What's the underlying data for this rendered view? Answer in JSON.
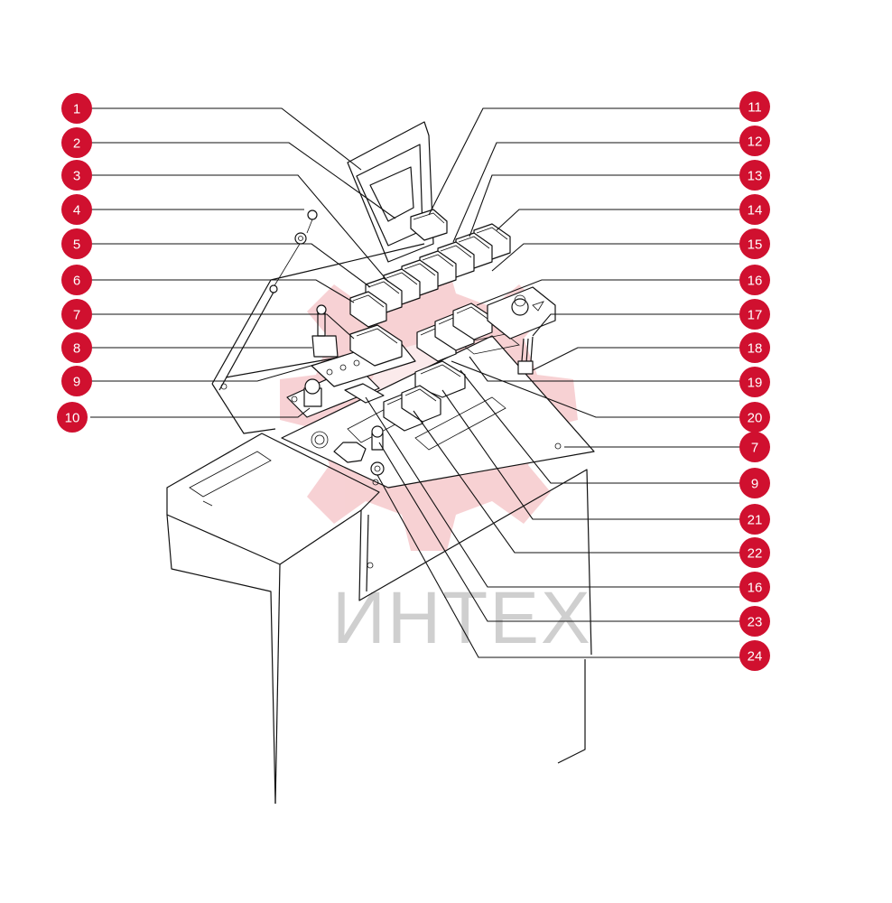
{
  "watermark": {
    "text": "ИНТЕХ",
    "gear_color": "#f6c9cc"
  },
  "callout_color": "#d0102f",
  "callouts_left": [
    {
      "id": "c1",
      "label": "1"
    },
    {
      "id": "c2",
      "label": "2"
    },
    {
      "id": "c3",
      "label": "3"
    },
    {
      "id": "c4",
      "label": "4"
    },
    {
      "id": "c5",
      "label": "5"
    },
    {
      "id": "c6",
      "label": "6"
    },
    {
      "id": "c7a",
      "label": "7"
    },
    {
      "id": "c8",
      "label": "8"
    },
    {
      "id": "c9a",
      "label": "9"
    },
    {
      "id": "c10",
      "label": "10"
    }
  ],
  "callouts_right": [
    {
      "id": "c11",
      "label": "11"
    },
    {
      "id": "c12",
      "label": "12"
    },
    {
      "id": "c13",
      "label": "13"
    },
    {
      "id": "c14",
      "label": "14"
    },
    {
      "id": "c15",
      "label": "15"
    },
    {
      "id": "c16a",
      "label": "16"
    },
    {
      "id": "c17",
      "label": "17"
    },
    {
      "id": "c18",
      "label": "18"
    },
    {
      "id": "c19",
      "label": "19"
    },
    {
      "id": "c20",
      "label": "20"
    },
    {
      "id": "c7b",
      "label": "7"
    },
    {
      "id": "c9b",
      "label": "9"
    },
    {
      "id": "c21",
      "label": "21"
    },
    {
      "id": "c22",
      "label": "22"
    },
    {
      "id": "c16b",
      "label": "16"
    },
    {
      "id": "c23",
      "label": "23"
    },
    {
      "id": "c24",
      "label": "24"
    }
  ]
}
